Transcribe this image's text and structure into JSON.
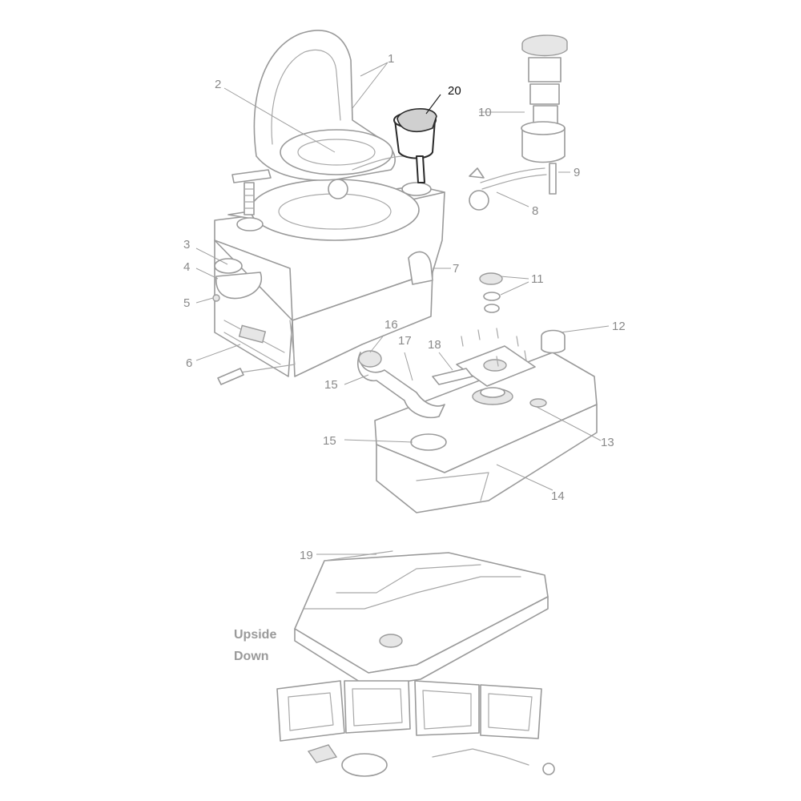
{
  "highlight_part": "20",
  "callouts": {
    "c1": "1",
    "c2": "2",
    "c3": "3",
    "c4": "4",
    "c5": "5",
    "c6": "6",
    "c7": "7",
    "c8": "8",
    "c9": "9",
    "c10": "10",
    "c11": "11",
    "c12": "12",
    "c13": "13",
    "c14": "14",
    "c15a": "15",
    "c15b": "15",
    "c16": "16",
    "c17": "17",
    "c18": "18",
    "c19": "19",
    "c20": "20"
  },
  "note": {
    "line1": "Upside",
    "line2": "Down"
  },
  "colors": {
    "line": "#9a9a9a",
    "highlight": "#2a2a2a",
    "label": "#8a8a8a"
  }
}
